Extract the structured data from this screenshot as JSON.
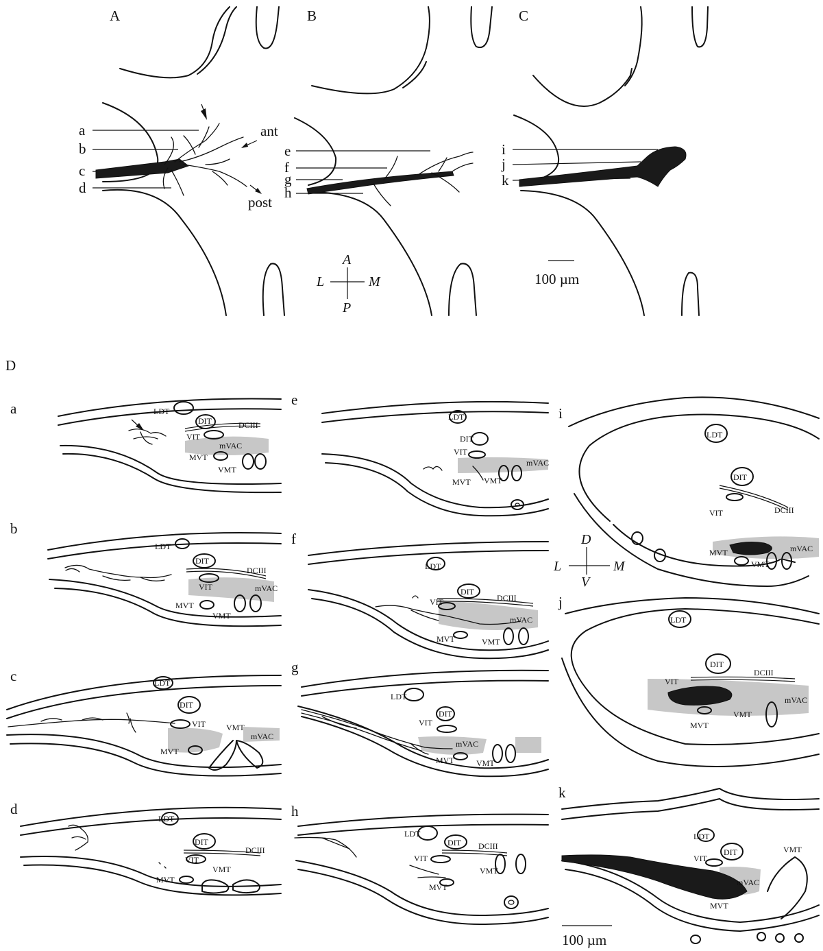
{
  "panels": {
    "A": "A",
    "B": "B",
    "C": "C",
    "D": "D"
  },
  "horizontal_levels": {
    "A": [
      "a",
      "b",
      "c",
      "d"
    ],
    "B": [
      "e",
      "f",
      "g",
      "h"
    ],
    "C": [
      "i",
      "j",
      "k"
    ]
  },
  "direction_labels": {
    "ant": "ant",
    "post": "post"
  },
  "compass_horizontal": {
    "A": "A",
    "P": "P",
    "L": "L",
    "M": "M"
  },
  "compass_coronal": {
    "D": "D",
    "V": "V",
    "L": "L",
    "M": "M"
  },
  "scale_bars": {
    "top": "100 µm",
    "bottom": "100 µm"
  },
  "sections": {
    "a": {
      "label": "a",
      "LDT": "LDT",
      "DIT": "DIT",
      "DCIII": "DCIII",
      "VIT": "VIT",
      "mVAC": "mVAC",
      "MVT": "MVT",
      "VMT": "VMT"
    },
    "b": {
      "label": "b",
      "LDT": "LDT",
      "DIT": "DIT",
      "DCIII": "DCIII",
      "VIT": "VIT",
      "mVAC": "mVAC",
      "MVT": "MVT",
      "VMT": "VMT"
    },
    "c": {
      "label": "c",
      "LDT": "LDT",
      "DIT": "DIT",
      "VIT": "VIT",
      "VMT": "VMT",
      "mVAC": "mVAC",
      "MVT": "MVT"
    },
    "d": {
      "label": "d",
      "LDT": "LDT",
      "DIT": "DIT",
      "DCIII": "DCIII",
      "VIT": "VIT",
      "VMT": "VMT",
      "MVT": "MVT"
    },
    "e": {
      "label": "e",
      "LDT": "LDT",
      "DIT": "DIT",
      "VIT": "VIT",
      "mVAC": "mVAC",
      "MVT": "MVT",
      "VMT": "VMT"
    },
    "f": {
      "label": "f",
      "LDT": "LDT",
      "DIT": "DIT",
      "DCIII": "DCIII",
      "VIT": "VIT",
      "mVAC": "mVAC",
      "MVT": "MVT",
      "VMT": "VMT"
    },
    "g": {
      "label": "g",
      "LDT": "LDT",
      "DIT": "DIT",
      "VIT": "VIT",
      "mVAC": "mVAC",
      "MVT": "MVT",
      "VMT": "VMT"
    },
    "h": {
      "label": "h",
      "LDT": "LDT",
      "DIT": "DIT",
      "DCIII": "DCIII",
      "VIT": "VIT",
      "VMT": "VMT",
      "MVT": "MVT"
    },
    "i": {
      "label": "i",
      "LDT": "LDT",
      "DIT": "DIT",
      "VIT": "VIT",
      "DCIII": "DCIII",
      "mVAC": "mVAC",
      "MVT": "MVT",
      "VMT": "VMT"
    },
    "j": {
      "label": "j",
      "LDT": "LDT",
      "DIT": "DIT",
      "DCIII": "DCIII",
      "VIT": "VIT",
      "mVAC": "mVAC",
      "MVT": "MVT",
      "VMT": "VMT"
    },
    "k": {
      "label": "k",
      "LDT": "LDT",
      "DIT": "DIT",
      "VIT": "VIT",
      "VMT": "VMT",
      "mVAC": "mVAC",
      "MVT": "MVT"
    }
  }
}
